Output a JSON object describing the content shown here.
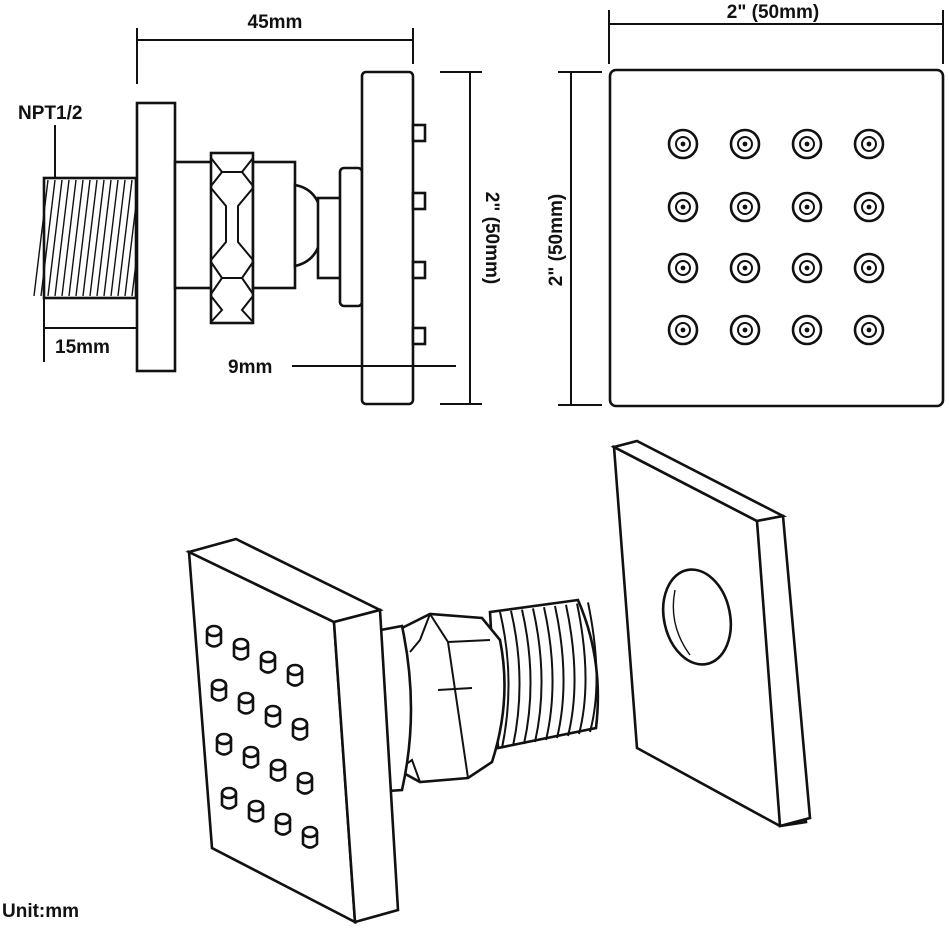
{
  "labels": {
    "length_45": "45mm",
    "thread": "NPT1/2",
    "thread_length": "15mm",
    "face_gap": "9mm",
    "side_height": "2\" (50mm)",
    "front_width": "2\" (50mm)",
    "front_height": "2\" (50mm)",
    "unit": "Unit:mm"
  },
  "nozzle_grid": {
    "rows": 4,
    "cols": 4
  }
}
